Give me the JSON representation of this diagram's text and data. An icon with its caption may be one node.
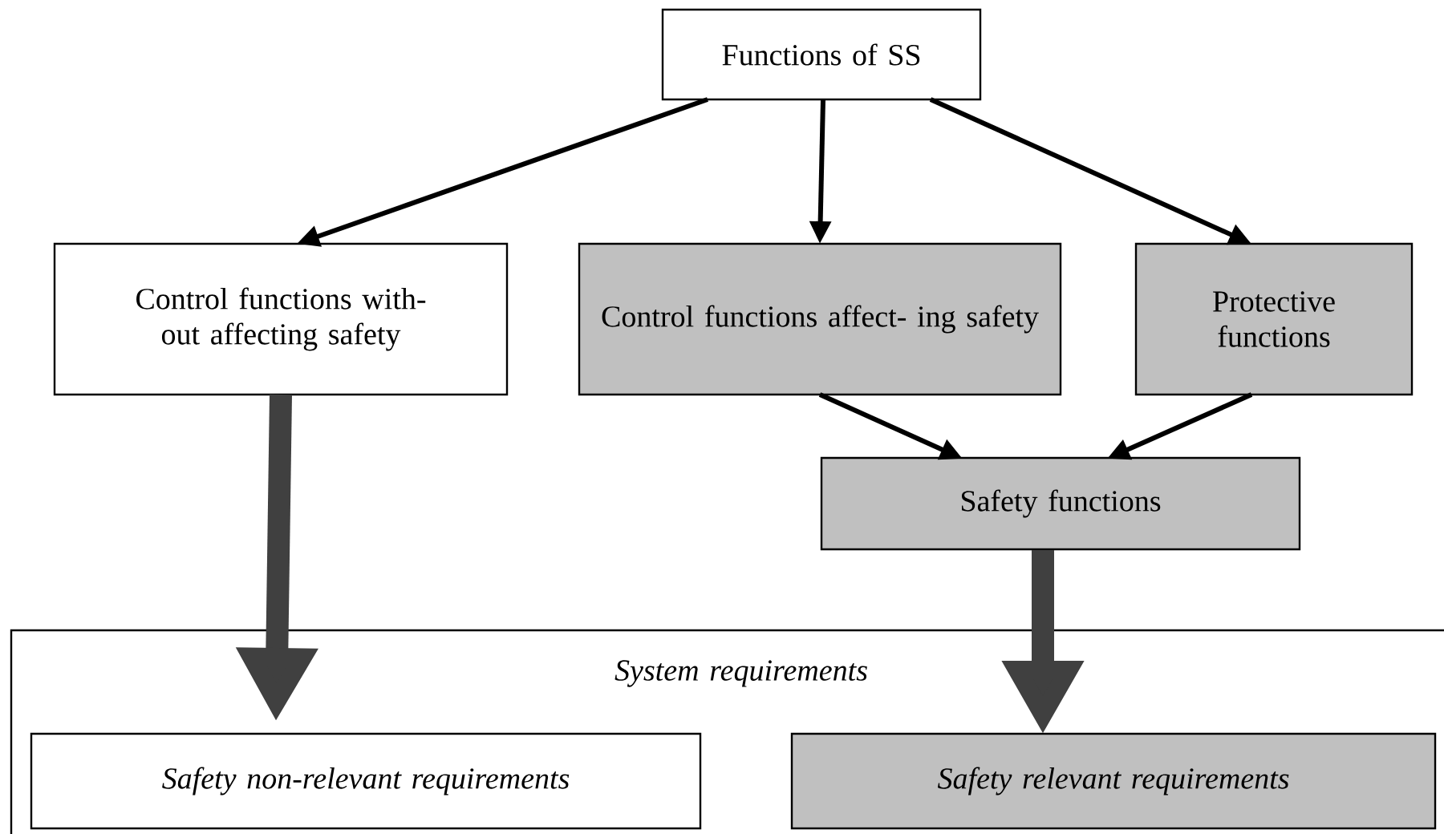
{
  "diagram": {
    "nodes": [
      {
        "text": [
          "Functions of SS"
        ]
      },
      {
        "text": [
          "Control functions with- out affecting safety"
        ]
      },
      {
        "text": [
          "Control functions affect- ing safety"
        ]
      },
      {
        "text": [
          "Protective functions"
        ]
      },
      {
        "text": [
          "Safety functions"
        ]
      },
      {
        "text": [
          "System requirements"
        ]
      },
      {
        "text": [
          "Safety non-relevant requirements"
        ],
        "in": 5
      },
      {
        "text": [
          "Safety relevant requirements"
        ],
        "in": 5
      }
    ],
    "edges": [
      {
        "from": 0,
        "to": 1,
        "arrow": "to"
      },
      {
        "from": 0,
        "to": 2,
        "arrow": "to"
      },
      {
        "from": 0,
        "to": 3,
        "arrow": "to"
      },
      {
        "from": 2,
        "to": 4,
        "arrow": "to"
      },
      {
        "from": 3,
        "to": 4,
        "arrow": "to"
      },
      {
        "from": 1,
        "to": 6,
        "arrow": "to",
        "style": "thick",
        "color": "#404040"
      },
      {
        "from": 4,
        "to": 7,
        "arrow": "to",
        "style": "thick",
        "color": "#404040"
      }
    ]
  }
}
